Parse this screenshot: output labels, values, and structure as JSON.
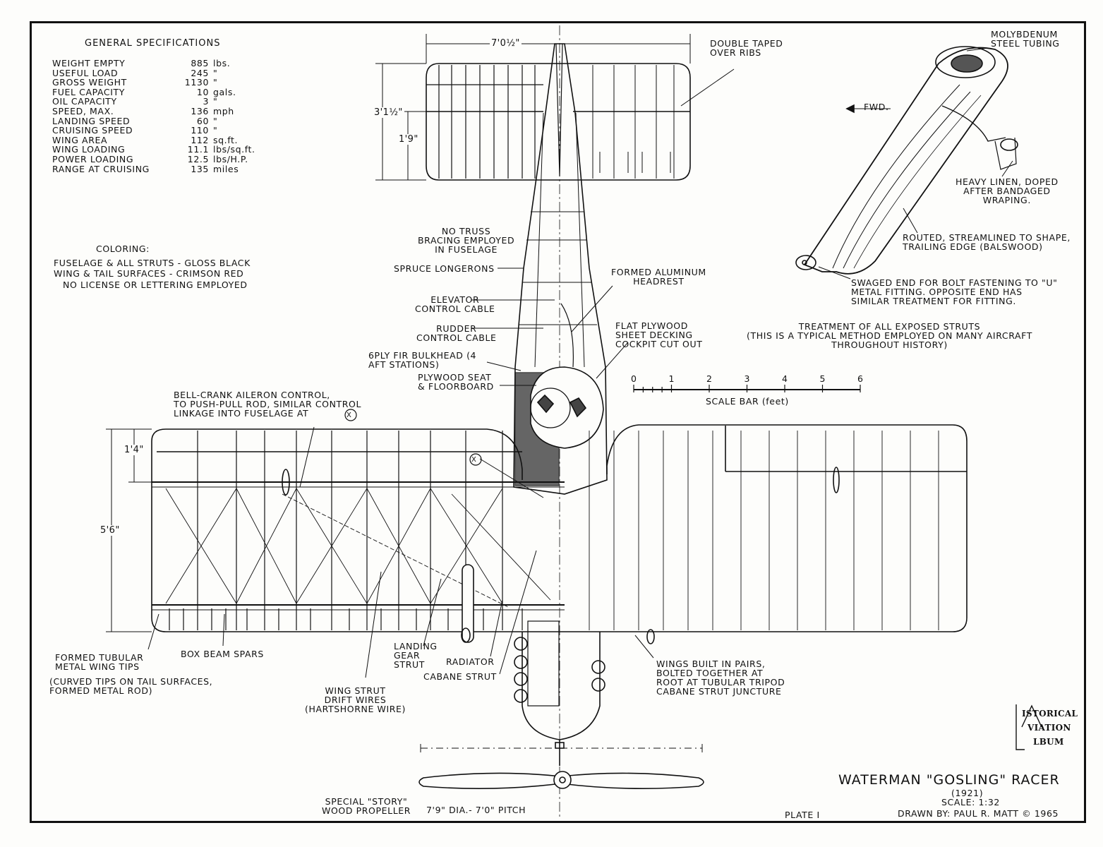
{
  "general_specifications": {
    "title": "GENERAL SPECIFICATIONS",
    "rows": [
      {
        "label": "WEIGHT EMPTY",
        "value": "885",
        "unit": "lbs."
      },
      {
        "label": "USEFUL LOAD",
        "value": "245",
        "unit": "\""
      },
      {
        "label": "GROSS WEIGHT",
        "value": "1130",
        "unit": "\""
      },
      {
        "label": "FUEL CAPACITY",
        "value": "10",
        "unit": "gals."
      },
      {
        "label": "OIL CAPACITY",
        "value": "3",
        "unit": "\""
      },
      {
        "label": "SPEED, MAX.",
        "value": "136",
        "unit": "mph"
      },
      {
        "label": "LANDING SPEED",
        "value": "60",
        "unit": "\""
      },
      {
        "label": "CRUISING SPEED",
        "value": "110",
        "unit": "\""
      },
      {
        "label": "WING AREA",
        "value": "112",
        "unit": "sq.ft."
      },
      {
        "label": "WING LOADING",
        "value": "11.1",
        "unit": "lbs/sq.ft."
      },
      {
        "label": "POWER LOADING",
        "value": "12.5",
        "unit": "lbs/H.P."
      },
      {
        "label": "RANGE AT CRUISING",
        "value": "135",
        "unit": "miles"
      }
    ]
  },
  "coloring": {
    "title": "COLORING:",
    "line1": "FUSELAGE & ALL STRUTS - GLOSS BLACK",
    "line2": "WING & TAIL SURFACES - CRIMSON RED",
    "line3": "NO LICENSE OR LETTERING EMPLOYED"
  },
  "dimensions": {
    "tail_span": "7'0½\"",
    "tail_chord": "3'1½\"",
    "elevator_chord": "1'9\"",
    "aileron_chord": "1'4\"",
    "wing_chord": "5'6\""
  },
  "callouts": {
    "double_taped": "DOUBLE TAPED\nOVER RIBS",
    "no_truss": "NO TRUSS\nBRACING EMPLOYED\nIN FUSELAGE",
    "spruce": "SPRUCE LONGERONS",
    "elevator_cable": "ELEVATOR\nCONTROL CABLE",
    "rudder_cable": "RUDDER\nCONTROL CABLE",
    "bulkhead": "6PLY FIR BULKHEAD (4\nAFT STATIONS)",
    "seat": "PLYWOOD SEAT\n& FLOORBOARD",
    "headrest": "FORMED ALUMINUM\nHEADREST",
    "decking": "FLAT PLYWOOD\nSHEET DECKING\nCOCKPIT CUT OUT",
    "bellcrank": "BELL-CRANK AILERON CONTROL,\nTO PUSH-PULL ROD, SIMILAR CONTROL\nLINKAGE INTO FUSELAGE AT",
    "marker": "X",
    "wing_tips": "FORMED TUBULAR\nMETAL WING TIPS",
    "curved_tips": "(CURVED TIPS ON TAIL SURFACES,\nFORMED METAL ROD)",
    "box_beam": "BOX BEAM SPARS",
    "drift_wires": "WING STRUT\nDRIFT WIRES\n(HARTSHORNE WIRE)",
    "landing_gear": "LANDING\nGEAR\nSTRUT",
    "radiator": "RADIATOR",
    "cabane": "CABANE STRUT",
    "wings_built": "WINGS BUILT IN PAIRS,\nBOLTED TOGETHER AT\nROOT AT TUBULAR TRIPOD\nCABANE STRUT JUNCTURE",
    "propeller": "SPECIAL \"STORY\"\nWOOD PROPELLER",
    "prop_spec": "7'9\" DIA.- 7'0\" PITCH"
  },
  "strut_detail": {
    "moly": "MOLYBDENUM\nSTEEL TUBING",
    "fwd": "FWD.",
    "linen": "HEAVY LINEN, DOPED\nAFTER BANDAGED\nWRAPING.",
    "routed": "ROUTED, STREAMLINED TO SHAPE,\nTRAILING EDGE (BALSWOOD)",
    "swaged": "SWAGED END FOR BOLT FASTENING TO \"U\"\nMETAL FITTING. OPPOSITE END HAS\nSIMILAR TREATMENT FOR FITTING.",
    "treatment": "TREATMENT OF ALL EXPOSED STRUTS\n(THIS IS A TYPICAL METHOD EMPLOYED ON MANY AIRCRAFT\nTHROUGHOUT HISTORY)"
  },
  "scale_bar": {
    "ticks": [
      "0",
      "1",
      "2",
      "3",
      "4",
      "5",
      "6"
    ],
    "label": "SCALE BAR (feet)"
  },
  "title_block": {
    "name": "WATERMAN \"GOSLING\" RACER",
    "year": "(1921)",
    "scale": "SCALE: 1:32",
    "plate": "PLATE I",
    "drawn": "DRAWN BY: PAUL R. MATT © 1965"
  },
  "logo": {
    "line1": "ISTORICAL",
    "line2": "VIATION",
    "line3": "LBUM"
  }
}
